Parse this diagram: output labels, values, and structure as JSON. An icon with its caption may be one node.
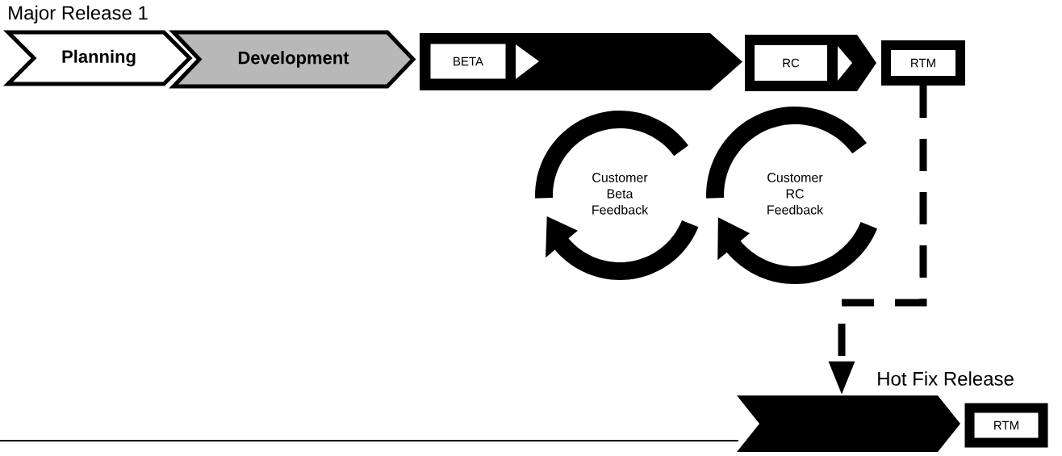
{
  "diagram": {
    "nodes": [
      {
        "text": [
          "Planning"
        ]
      },
      {
        "text": [
          "Development"
        ]
      },
      {
        "text": [
          "BETA"
        ]
      },
      {
        "text": [
          "RC"
        ]
      },
      {
        "text": [
          "RTM"
        ]
      },
      {
        "text": [
          "Customer Beta Feedback"
        ]
      },
      {
        "text": [
          "Customer RC Feedback"
        ]
      },
      {
        "text": [],
        "shape": "chevron",
        "beside": [
          "Hot Fix Release"
        ]
      },
      {
        "text": [
          "RTM"
        ]
      }
    ],
    "edges": [
      {
        "from": 4,
        "to": 7,
        "arrow": "to",
        "style": "dashed"
      }
    ],
    "labels": [
      "Major Release 1"
    ]
  }
}
